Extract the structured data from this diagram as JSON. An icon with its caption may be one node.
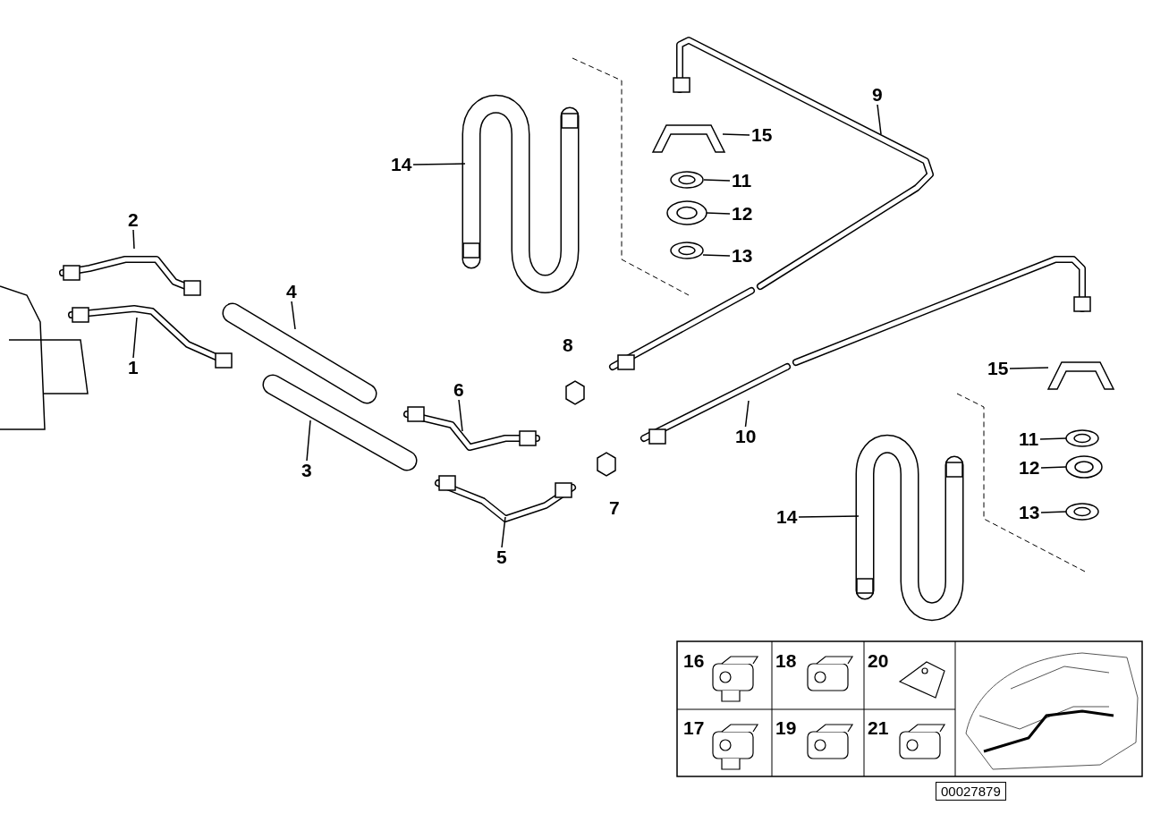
{
  "diagram": {
    "nodes": [
      {
        "text": [
          "2"
        ]
      },
      {
        "text": [
          "1"
        ]
      },
      {
        "text": [
          "4"
        ]
      },
      {
        "text": [
          "3"
        ]
      },
      {
        "text": [
          "6"
        ]
      },
      {
        "text": [
          "5"
        ]
      },
      {
        "text": [
          "9"
        ]
      },
      {
        "text": [
          "10"
        ]
      },
      {
        "text": [
          "14"
        ]
      },
      {
        "text": [
          "15"
        ]
      },
      {
        "text": [
          "11"
        ]
      },
      {
        "text": [
          "12"
        ]
      },
      {
        "text": [
          "13"
        ]
      },
      {
        "text": [
          "15"
        ]
      },
      {
        "text": [
          "11"
        ]
      },
      {
        "text": [
          "12"
        ]
      },
      {
        "text": [
          "13"
        ]
      },
      {
        "text": [
          "14"
        ]
      }
    ],
    "edges": [
      {
        "from": 0,
        "to": null,
        "arrow": "none"
      },
      {
        "from": 1,
        "to": null,
        "arrow": "none"
      },
      {
        "from": 2,
        "to": null,
        "arrow": "none"
      },
      {
        "from": 3,
        "to": null,
        "arrow": "none"
      },
      {
        "from": 4,
        "to": null,
        "arrow": "none"
      },
      {
        "from": 5,
        "to": null,
        "arrow": "none"
      },
      {
        "from": 6,
        "to": null,
        "arrow": "none"
      },
      {
        "from": 7,
        "to": null,
        "arrow": "none"
      },
      {
        "from": 8,
        "to": null,
        "arrow": "none"
      },
      {
        "from": 9,
        "to": null,
        "arrow": "none"
      },
      {
        "from": 10,
        "to": null,
        "arrow": "none"
      },
      {
        "from": 11,
        "to": null,
        "arrow": "none"
      },
      {
        "from": 12,
        "to": null,
        "arrow": "none"
      },
      {
        "from": 13,
        "to": null,
        "arrow": "none"
      },
      {
        "from": 14,
        "to": null,
        "arrow": "none"
      },
      {
        "from": 15,
        "to": null,
        "arrow": "none"
      },
      {
        "from": 16,
        "to": null,
        "arrow": "none"
      },
      {
        "from": 17,
        "to": null,
        "arrow": "none"
      }
    ],
    "labels": [
      "8",
      "7",
      "16",
      "18",
      "20",
      "17",
      "19",
      "21",
      "00027879"
    ]
  }
}
